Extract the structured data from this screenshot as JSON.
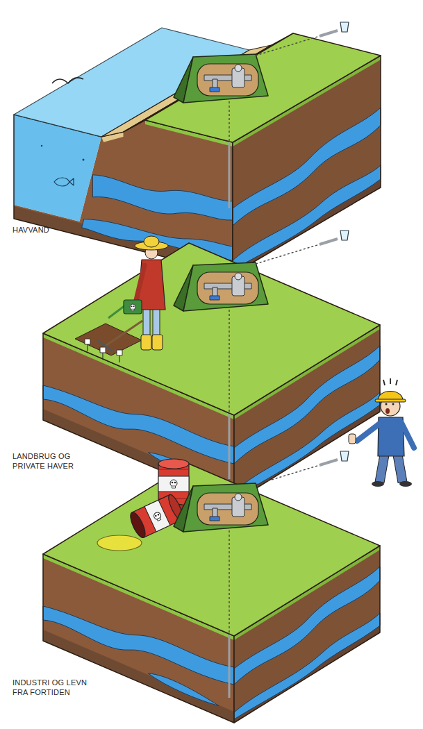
{
  "diagram": {
    "labels": [
      "HAVVAND",
      "LANDBRUG OG PRIVATE HAVER",
      "INDUSTRI OG LEVN FRA FORTIDEN"
    ]
  }
}
